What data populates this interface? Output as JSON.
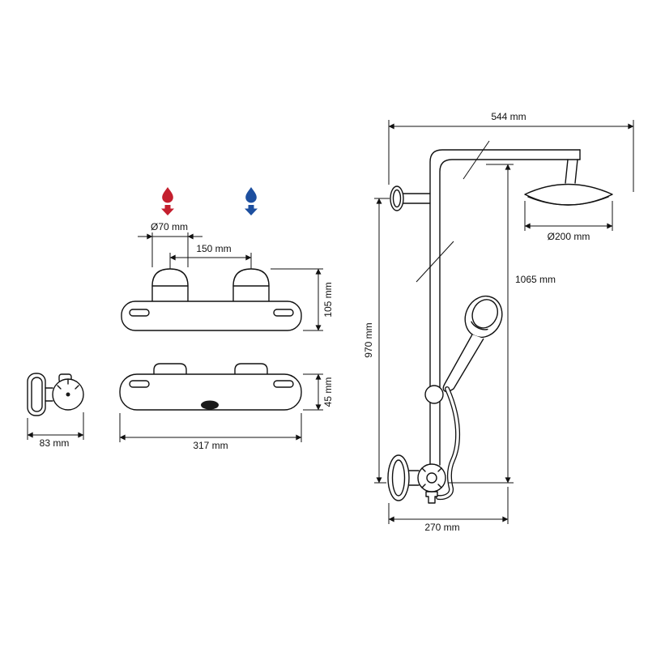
{
  "labels": {
    "mixer": {
      "inlet_diameter": "Ø70 mm",
      "inlet_spacing": "150 mm",
      "height": "105 mm",
      "body_depth": "45 mm",
      "width": "317 mm",
      "side_depth": "83 mm"
    },
    "column": {
      "arm_reach": "544 mm",
      "head_diameter": "Ø200 mm",
      "total_height": "1065 mm",
      "riser_height": "970 mm",
      "bottom_offset": "270 mm"
    }
  },
  "icons": {
    "hot_color": "#c41f2e",
    "cold_color": "#1d4f9f"
  }
}
